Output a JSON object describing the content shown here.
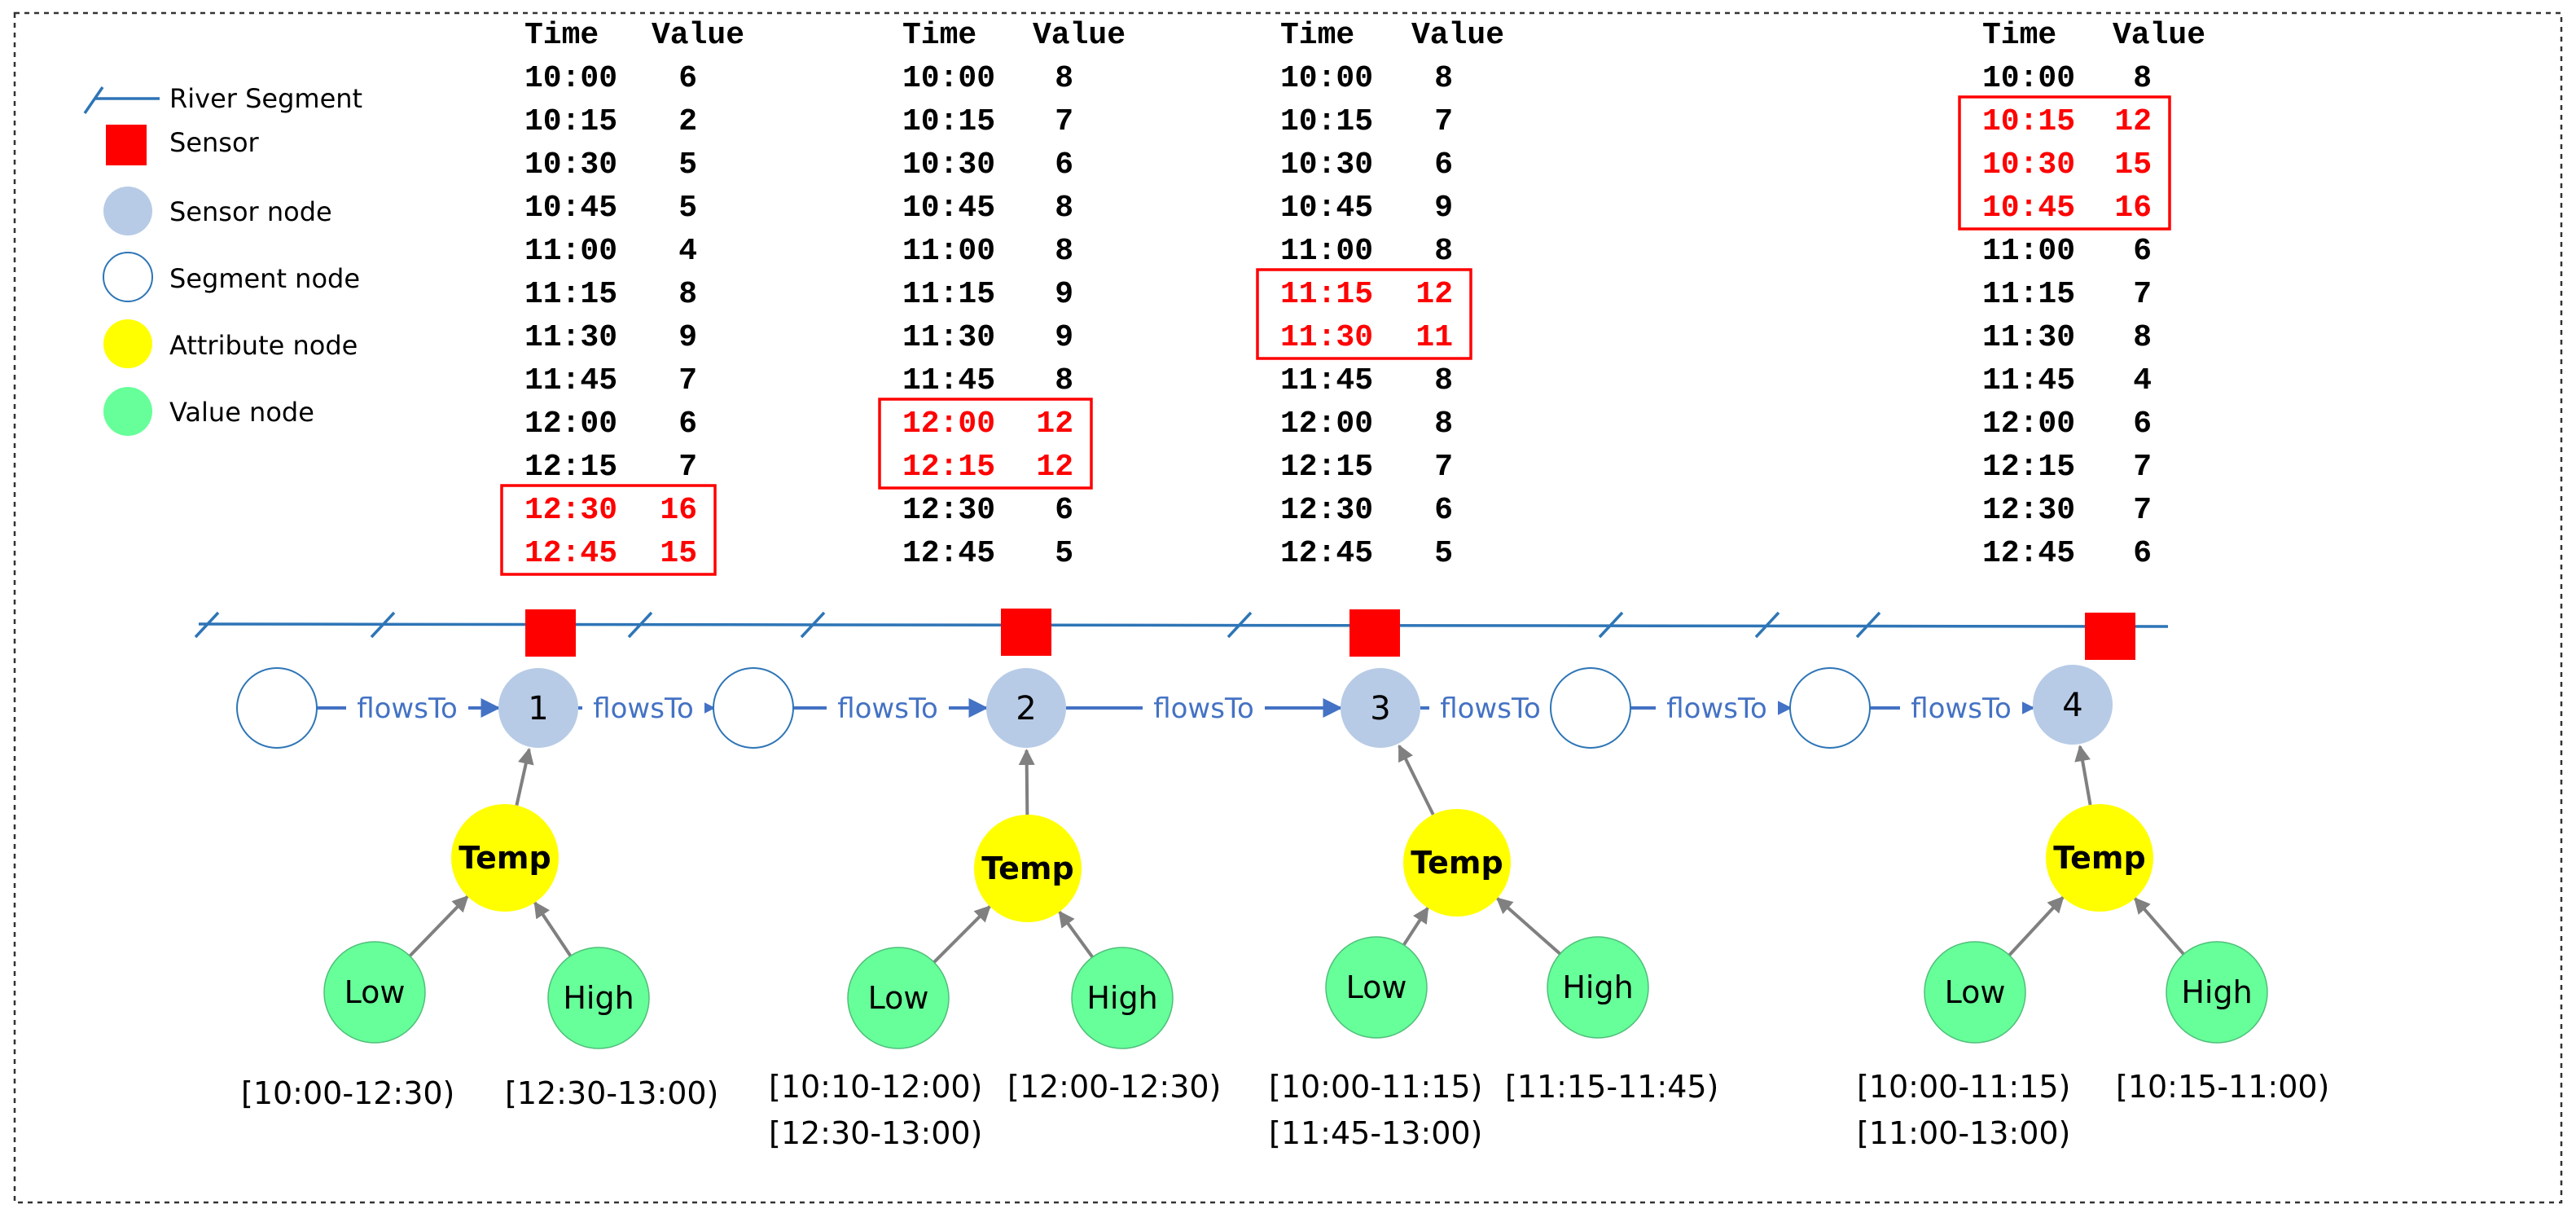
{
  "legend": {
    "items": [
      {
        "key": "river",
        "label": "River Segment",
        "icon": "river-segment-icon"
      },
      {
        "key": "sensor",
        "label": "Sensor",
        "icon": "sensor-icon"
      },
      {
        "key": "sensor_node",
        "label": "Sensor node",
        "icon": "sensor-node-icon"
      },
      {
        "key": "segment_node",
        "label": "Segment node",
        "icon": "segment-node-icon"
      },
      {
        "key": "attribute_node",
        "label": "Attribute node",
        "icon": "attribute-node-icon"
      },
      {
        "key": "value_node",
        "label": "Value node",
        "icon": "value-node-icon"
      }
    ]
  },
  "colors": {
    "river": "#2e75b6",
    "sensor": "#ff0000",
    "sensor_node": "#b7cbe6",
    "segment_node_stroke": "#2e75b6",
    "attribute_node": "#ffff00",
    "value_node": "#66ff99",
    "value_node_stroke": "#4fbf7a",
    "edge_blue": "#4472c4",
    "edge_gray": "#808080",
    "highlight": "#ff0000",
    "text": "#000000"
  },
  "tables": [
    {
      "header": [
        "Time",
        "Value"
      ],
      "rows": [
        [
          "10:00",
          "6"
        ],
        [
          "10:15",
          "2"
        ],
        [
          "10:30",
          "5"
        ],
        [
          "10:45",
          "5"
        ],
        [
          "11:00",
          "4"
        ],
        [
          "11:15",
          "8"
        ],
        [
          "11:30",
          "9"
        ],
        [
          "11:45",
          "7"
        ],
        [
          "12:00",
          "6"
        ],
        [
          "12:15",
          "7"
        ],
        [
          "12:30",
          "16"
        ],
        [
          "12:45",
          "15"
        ]
      ],
      "highlighted": [
        10,
        11
      ]
    },
    {
      "header": [
        "Time",
        "Value"
      ],
      "rows": [
        [
          "10:00",
          "8"
        ],
        [
          "10:15",
          "7"
        ],
        [
          "10:30",
          "6"
        ],
        [
          "10:45",
          "8"
        ],
        [
          "11:00",
          "8"
        ],
        [
          "11:15",
          "9"
        ],
        [
          "11:30",
          "9"
        ],
        [
          "11:45",
          "8"
        ],
        [
          "12:00",
          "12"
        ],
        [
          "12:15",
          "12"
        ],
        [
          "12:30",
          "6"
        ],
        [
          "12:45",
          "5"
        ]
      ],
      "highlighted": [
        8,
        9
      ]
    },
    {
      "header": [
        "Time",
        "Value"
      ],
      "rows": [
        [
          "10:00",
          "8"
        ],
        [
          "10:15",
          "7"
        ],
        [
          "10:30",
          "6"
        ],
        [
          "10:45",
          "9"
        ],
        [
          "11:00",
          "8"
        ],
        [
          "11:15",
          "12"
        ],
        [
          "11:30",
          "11"
        ],
        [
          "11:45",
          "8"
        ],
        [
          "12:00",
          "8"
        ],
        [
          "12:15",
          "7"
        ],
        [
          "12:30",
          "6"
        ],
        [
          "12:45",
          "5"
        ]
      ],
      "highlighted": [
        5,
        6
      ]
    },
    {
      "header": [
        "Time",
        "Value"
      ],
      "rows": [
        [
          "10:00",
          "8"
        ],
        [
          "10:15",
          "12"
        ],
        [
          "10:30",
          "15"
        ],
        [
          "10:45",
          "16"
        ],
        [
          "11:00",
          "6"
        ],
        [
          "11:15",
          "7"
        ],
        [
          "11:30",
          "8"
        ],
        [
          "11:45",
          "4"
        ],
        [
          "12:00",
          "6"
        ],
        [
          "12:15",
          "7"
        ],
        [
          "12:30",
          "7"
        ],
        [
          "12:45",
          "6"
        ]
      ],
      "highlighted": [
        1,
        2,
        3
      ]
    }
  ],
  "nodes": {
    "sensor_labels": [
      "1",
      "2",
      "3",
      "4"
    ],
    "edge_label": "flowsTo",
    "attribute_label": "Temp",
    "value_labels": {
      "low": "Low",
      "high": "High"
    }
  },
  "ranges": [
    {
      "low": [
        "[10:00-12:30)"
      ],
      "high": [
        "[12:30-13:00)"
      ]
    },
    {
      "low": [
        "[10:10-12:00)",
        "[12:30-13:00)"
      ],
      "high": [
        "[12:00-12:30)"
      ]
    },
    {
      "low": [
        "[10:00-11:15)",
        "[11:45-13:00)"
      ],
      "high": [
        "[11:15-11:45)"
      ]
    },
    {
      "low": [
        "[10:00-11:15)",
        "[11:00-13:00)"
      ],
      "high": [
        "[10:15-11:00)"
      ]
    }
  ]
}
